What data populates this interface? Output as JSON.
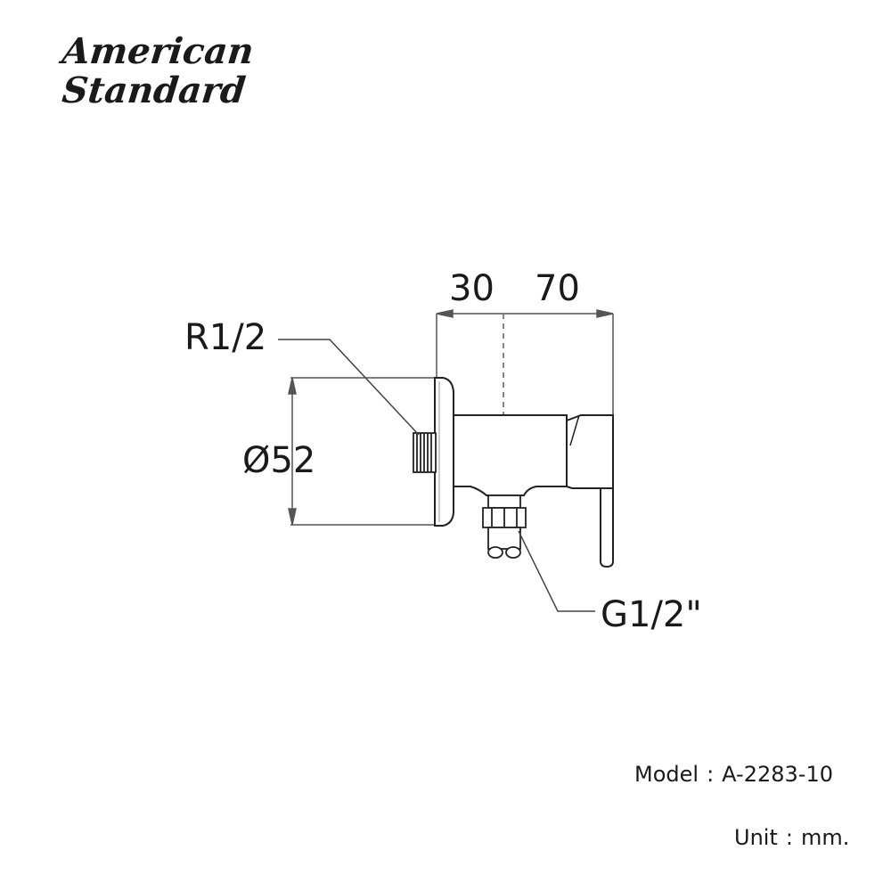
{
  "brand": {
    "line1": "American",
    "line2": "Standard"
  },
  "diagram": {
    "labels": {
      "dim_top_left": "30",
      "dim_top_right": "70",
      "thread_inlet": "R1/2",
      "diameter": "Ø52",
      "thread_outlet": "G1/2\""
    }
  },
  "footer": {
    "model_label": "Model",
    "model_value": "A-2283-10",
    "unit_label": "Unit",
    "unit_value": "mm.",
    "separator": ":"
  }
}
